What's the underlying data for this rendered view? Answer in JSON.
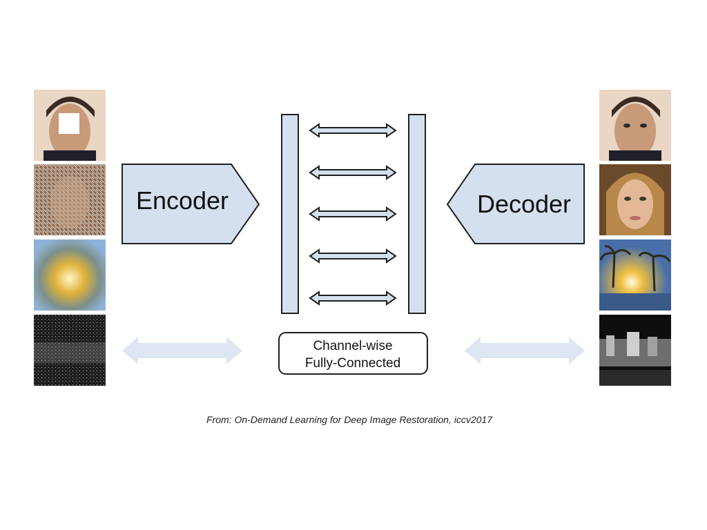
{
  "encoder_label": "Encoder",
  "decoder_label": "Decoder",
  "fc_box": {
    "line1": "Channel-wise",
    "line2": "Fully-Connected"
  },
  "caption": "From: On-Demand Learning for Deep Image Restoration, iccv2017",
  "colors": {
    "block_fill": "#d4e0ee",
    "block_stroke": "#1e1e1e",
    "faded_arrow": "#d9e3f0"
  },
  "inputs": [
    "inpainting-masked-face",
    "noisy-face",
    "blurred-sunset",
    "low-light-city"
  ],
  "outputs": [
    "restored-face",
    "restored-portrait",
    "restored-sunset",
    "restored-city"
  ]
}
